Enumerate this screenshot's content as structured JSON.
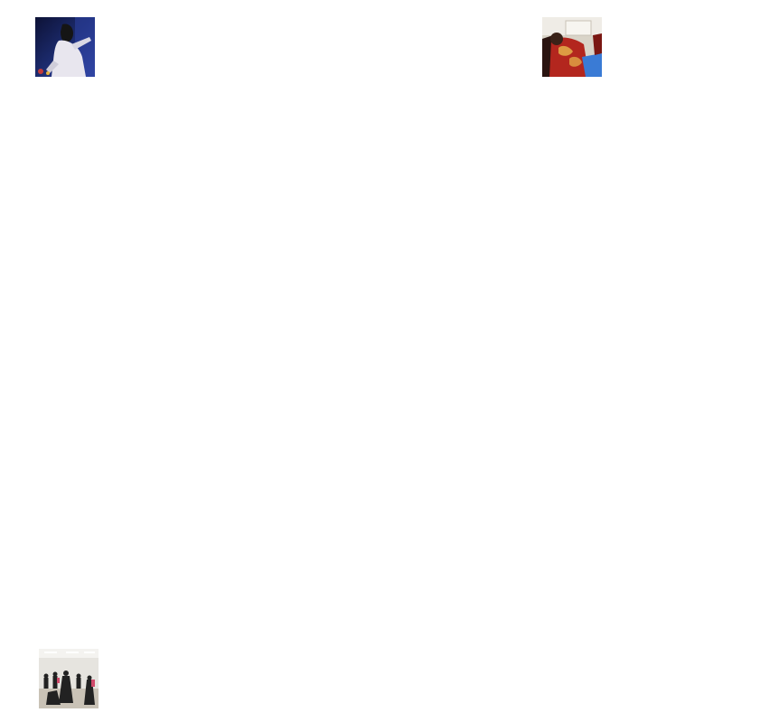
{
  "thumbnails": [
    {
      "subject": "stage-performer-photo",
      "palette": [
        "#1c2b6e",
        "#3a4fb0",
        "#e8e6ee",
        "#0d1236"
      ]
    },
    {
      "subject": "red-costume-photo",
      "palette": [
        "#b3261e",
        "#d9d4c8",
        "#3a7bd5",
        "#2a1410"
      ]
    },
    {
      "subject": "dance-studio-group-photo",
      "palette": [
        "#e6e4df",
        "#222222",
        "#c9c2b6",
        "#d04a6a"
      ]
    }
  ]
}
